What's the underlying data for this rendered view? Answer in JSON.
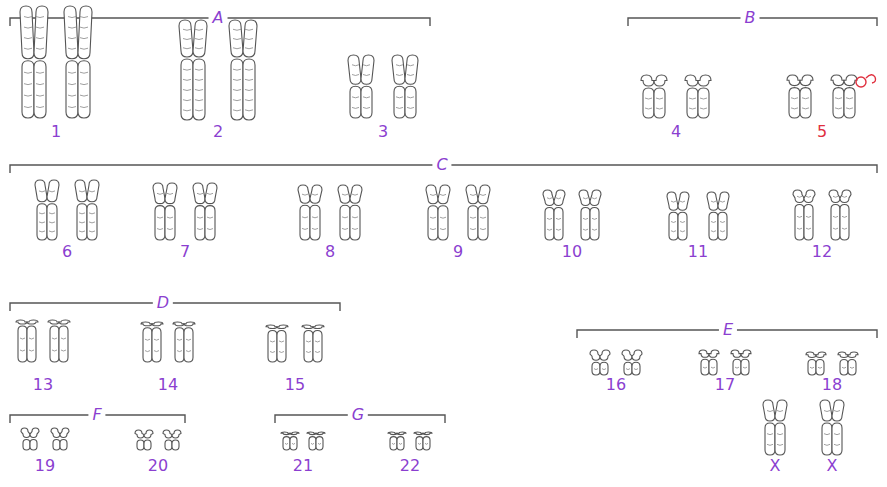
{
  "diagram": {
    "labels": [
      "A",
      "B",
      "1",
      "2",
      "3",
      "4",
      "5",
      "C",
      "6",
      "7",
      "8",
      "9",
      "10",
      "11",
      "12",
      "D",
      "E",
      "13",
      "14",
      "15",
      "16",
      "17",
      "18",
      "F",
      "G",
      "19",
      "20",
      "21",
      "22",
      "X",
      "X"
    ]
  }
}
